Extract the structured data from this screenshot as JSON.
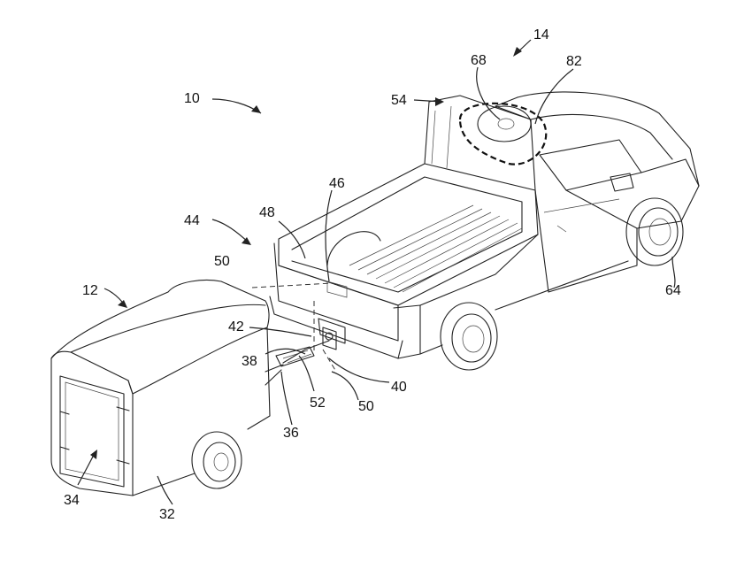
{
  "figure": {
    "references": [
      {
        "key": "r14",
        "text": "14"
      },
      {
        "key": "r68",
        "text": "68"
      },
      {
        "key": "r82",
        "text": "82"
      },
      {
        "key": "r10",
        "text": "10"
      },
      {
        "key": "r54",
        "text": "54"
      },
      {
        "key": "r46",
        "text": "46"
      },
      {
        "key": "r48",
        "text": "48"
      },
      {
        "key": "r44",
        "text": "44"
      },
      {
        "key": "r50a",
        "text": "50"
      },
      {
        "key": "r12",
        "text": "12"
      },
      {
        "key": "r64",
        "text": "64"
      },
      {
        "key": "r42",
        "text": "42"
      },
      {
        "key": "r38",
        "text": "38"
      },
      {
        "key": "r40",
        "text": "40"
      },
      {
        "key": "r52",
        "text": "52"
      },
      {
        "key": "r50b",
        "text": "50"
      },
      {
        "key": "r36",
        "text": "36"
      },
      {
        "key": "r34",
        "text": "34"
      },
      {
        "key": "r32",
        "text": "32"
      }
    ]
  }
}
